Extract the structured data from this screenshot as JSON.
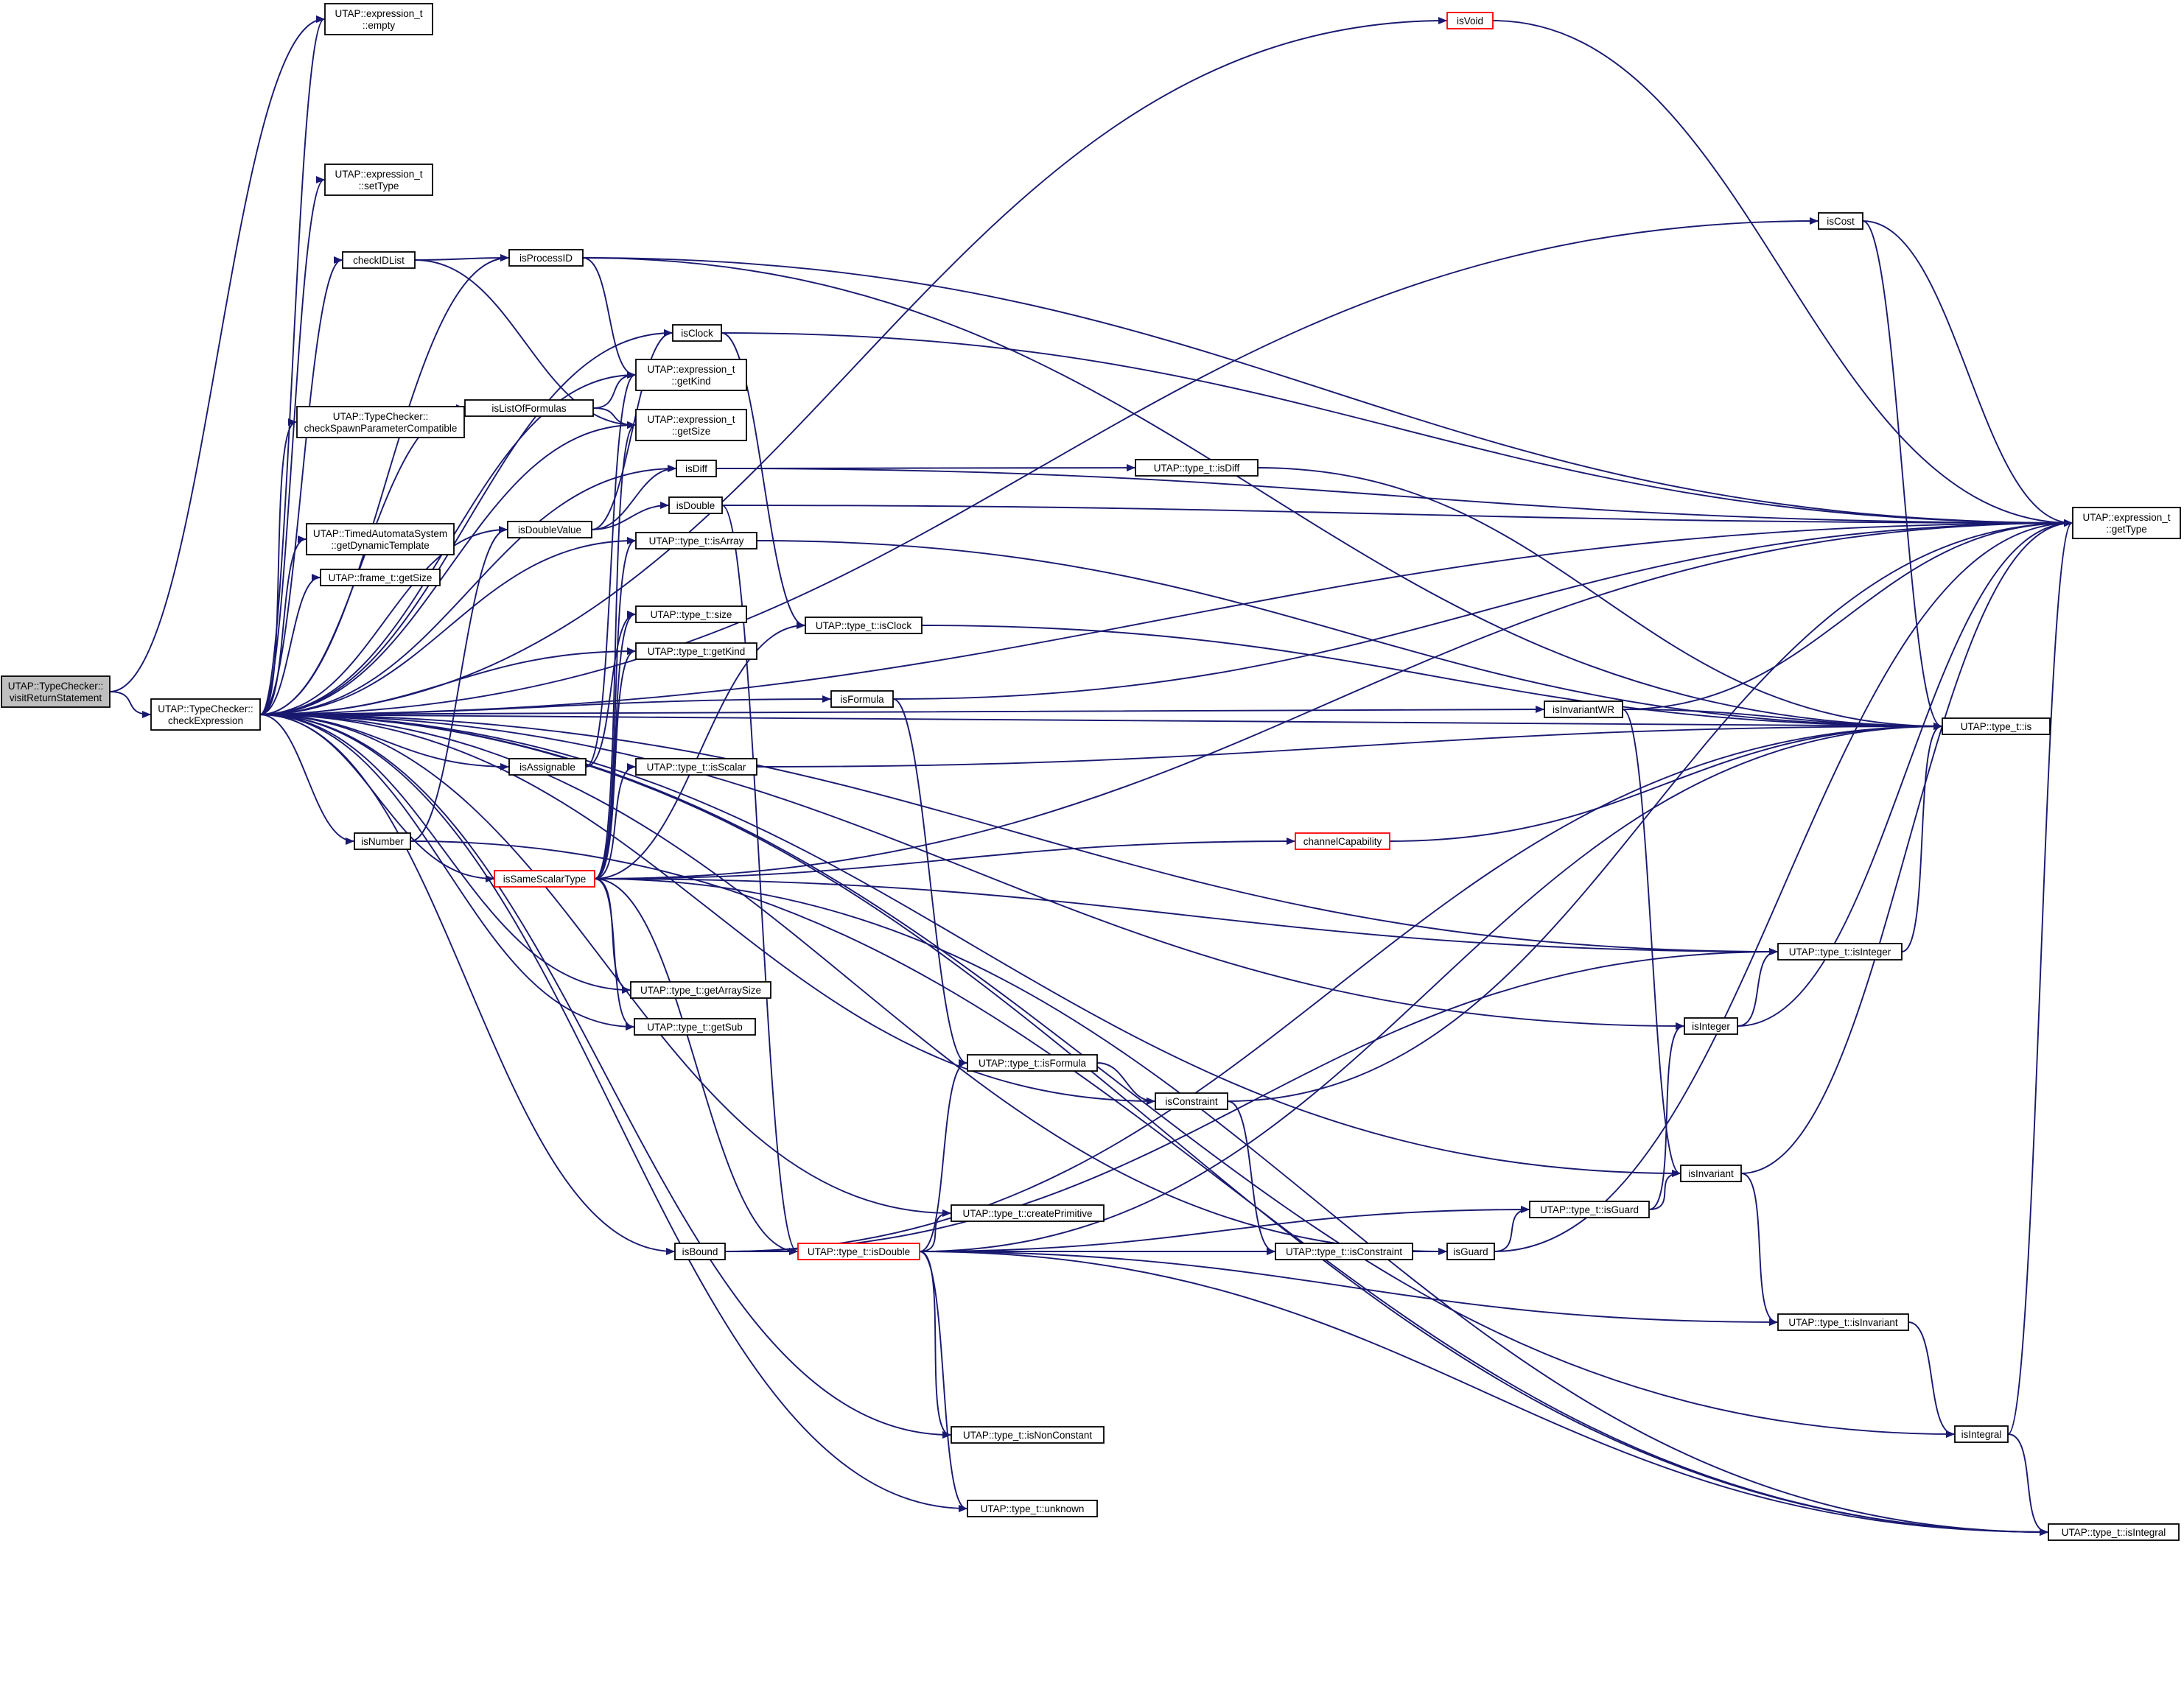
{
  "graph": {
    "type": "doxygen-call-graph",
    "edge_color": "#191970",
    "node_fill": "#ffffff",
    "root_fill": "#bfbfbf",
    "highlight_border": "#ff0000",
    "nodes": [
      {
        "id": "visitReturn",
        "lines": [
          "UTAP::TypeChecker::",
          "visitReturnStatement"
        ],
        "root": true
      },
      {
        "id": "checkExpr",
        "lines": [
          "UTAP::TypeChecker::",
          "checkExpression"
        ]
      },
      {
        "id": "empty",
        "lines": [
          "UTAP::expression_t",
          "::empty"
        ]
      },
      {
        "id": "setType",
        "lines": [
          "UTAP::expression_t",
          "::setType"
        ]
      },
      {
        "id": "checkIDList",
        "lines": [
          "checkIDList"
        ]
      },
      {
        "id": "checkSpawn",
        "lines": [
          "UTAP::TypeChecker::",
          "checkSpawnParameterCompatible"
        ]
      },
      {
        "id": "getDynTpl",
        "lines": [
          "UTAP::TimedAutomataSystem",
          "::getDynamicTemplate"
        ]
      },
      {
        "id": "frameGetSize",
        "lines": [
          "UTAP::frame_t::getSize"
        ]
      },
      {
        "id": "isNumber",
        "lines": [
          "isNumber"
        ]
      },
      {
        "id": "isProcessID",
        "lines": [
          "isProcessID"
        ]
      },
      {
        "id": "isListOfFormulas",
        "lines": [
          "isListOfFormulas"
        ]
      },
      {
        "id": "isDoubleValue",
        "lines": [
          "isDoubleValue"
        ]
      },
      {
        "id": "isAssignable",
        "lines": [
          "isAssignable"
        ]
      },
      {
        "id": "isSameScalarType",
        "lines": [
          "isSameScalarType"
        ],
        "highlight": true
      },
      {
        "id": "isClock",
        "lines": [
          "isClock"
        ]
      },
      {
        "id": "exprGetKind",
        "lines": [
          "UTAP::expression_t",
          "::getKind"
        ]
      },
      {
        "id": "exprGetSize",
        "lines": [
          "UTAP::expression_t",
          "::getSize"
        ]
      },
      {
        "id": "isDiff",
        "lines": [
          "isDiff"
        ]
      },
      {
        "id": "isDouble",
        "lines": [
          "isDouble"
        ]
      },
      {
        "id": "typeIsArray",
        "lines": [
          "UTAP::type_t::isArray"
        ]
      },
      {
        "id": "typeSize",
        "lines": [
          "UTAP::type_t::size"
        ]
      },
      {
        "id": "typeGetKind",
        "lines": [
          "UTAP::type_t::getKind"
        ]
      },
      {
        "id": "typeIsScalar",
        "lines": [
          "UTAP::type_t::isScalar"
        ]
      },
      {
        "id": "typeGetArraySize",
        "lines": [
          "UTAP::type_t::getArraySize"
        ]
      },
      {
        "id": "typeGetSub",
        "lines": [
          "UTAP::type_t::getSub"
        ]
      },
      {
        "id": "isBound",
        "lines": [
          "isBound"
        ]
      },
      {
        "id": "typeIsClock",
        "lines": [
          "UTAP::type_t::isClock"
        ]
      },
      {
        "id": "isFormula",
        "lines": [
          "isFormula"
        ]
      },
      {
        "id": "typeIsDouble",
        "lines": [
          "UTAP::type_t::isDouble"
        ],
        "highlight": true
      },
      {
        "id": "typeIsFormula",
        "lines": [
          "UTAP::type_t::isFormula"
        ]
      },
      {
        "id": "typeCreatePrimitive",
        "lines": [
          "UTAP::type_t::createPrimitive"
        ]
      },
      {
        "id": "typeIsNonConstant",
        "lines": [
          "UTAP::type_t::isNonConstant"
        ]
      },
      {
        "id": "typeUnknown",
        "lines": [
          "UTAP::type_t::unknown"
        ]
      },
      {
        "id": "typeIsDiff",
        "lines": [
          "UTAP::type_t::isDiff"
        ]
      },
      {
        "id": "isConstraint",
        "lines": [
          "isConstraint"
        ]
      },
      {
        "id": "typeIsConstraint",
        "lines": [
          "UTAP::type_t::isConstraint"
        ]
      },
      {
        "id": "channelCapability",
        "lines": [
          "channelCapability"
        ],
        "highlight": true
      },
      {
        "id": "isVoid",
        "lines": [
          "isVoid"
        ],
        "highlight": true
      },
      {
        "id": "isInvariantWR",
        "lines": [
          "isInvariantWR"
        ]
      },
      {
        "id": "isGuard",
        "lines": [
          "isGuard"
        ]
      },
      {
        "id": "typeIsGuard",
        "lines": [
          "UTAP::type_t::isGuard"
        ]
      },
      {
        "id": "isInteger",
        "lines": [
          "isInteger"
        ]
      },
      {
        "id": "isInvariant",
        "lines": [
          "isInvariant"
        ]
      },
      {
        "id": "isCost",
        "lines": [
          "isCost"
        ]
      },
      {
        "id": "typeIsInteger",
        "lines": [
          "UTAP::type_t::isInteger"
        ]
      },
      {
        "id": "typeIsInvariant",
        "lines": [
          "UTAP::type_t::isInvariant"
        ]
      },
      {
        "id": "isIntegral",
        "lines": [
          "isIntegral"
        ]
      },
      {
        "id": "exprGetType",
        "lines": [
          "UTAP::expression_t",
          "::getType"
        ]
      },
      {
        "id": "typeIs",
        "lines": [
          "UTAP::type_t::is"
        ]
      },
      {
        "id": "typeIsIntegral",
        "lines": [
          "UTAP::type_t::isIntegral"
        ]
      }
    ],
    "edges": [
      [
        "visitReturn",
        "checkExpr"
      ],
      [
        "visitReturn",
        "empty"
      ],
      [
        "checkExpr",
        "empty"
      ],
      [
        "checkExpr",
        "isVoid"
      ],
      [
        "checkExpr",
        "exprGetType"
      ],
      [
        "checkExpr",
        "isCost"
      ],
      [
        "checkExpr",
        "setType"
      ],
      [
        "checkExpr",
        "isClock"
      ],
      [
        "checkExpr",
        "isProcessID"
      ],
      [
        "checkExpr",
        "checkIDList"
      ],
      [
        "checkExpr",
        "exprGetKind"
      ],
      [
        "checkExpr",
        "isListOfFormulas"
      ],
      [
        "checkExpr",
        "checkSpawn"
      ],
      [
        "checkExpr",
        "exprGetSize"
      ],
      [
        "checkExpr",
        "isDiff"
      ],
      [
        "checkExpr",
        "isDoubleValue"
      ],
      [
        "checkExpr",
        "getDynTpl"
      ],
      [
        "checkExpr",
        "frameGetSize"
      ],
      [
        "checkExpr",
        "typeIsArray"
      ],
      [
        "checkExpr",
        "isInvariantWR"
      ],
      [
        "checkExpr",
        "isFormula"
      ],
      [
        "checkExpr",
        "typeGetKind"
      ],
      [
        "checkExpr",
        "isAssignable"
      ],
      [
        "checkExpr",
        "typeIs"
      ],
      [
        "checkExpr",
        "isNumber"
      ],
      [
        "checkExpr",
        "isSameScalarType"
      ],
      [
        "checkExpr",
        "typeGetArraySize"
      ],
      [
        "checkExpr",
        "typeGetSub"
      ],
      [
        "checkExpr",
        "typeIsInteger"
      ],
      [
        "checkExpr",
        "isInteger"
      ],
      [
        "checkExpr",
        "isConstraint"
      ],
      [
        "checkExpr",
        "isInvariant"
      ],
      [
        "checkExpr",
        "typeCreatePrimitive"
      ],
      [
        "checkExpr",
        "isBound"
      ],
      [
        "checkExpr",
        "typeIsNonConstant"
      ],
      [
        "checkExpr",
        "typeUnknown"
      ],
      [
        "checkExpr",
        "isGuard"
      ],
      [
        "checkExpr",
        "isIntegral"
      ],
      [
        "checkExpr",
        "typeIsIntegral"
      ],
      [
        "checkIDList",
        "isProcessID"
      ],
      [
        "checkIDList",
        "exprGetSize"
      ],
      [
        "isProcessID",
        "exprGetType"
      ],
      [
        "isProcessID",
        "exprGetKind"
      ],
      [
        "isProcessID",
        "typeIs"
      ],
      [
        "isListOfFormulas",
        "exprGetKind"
      ],
      [
        "isListOfFormulas",
        "exprGetSize"
      ],
      [
        "isDoubleValue",
        "isClock"
      ],
      [
        "isDoubleValue",
        "isDouble"
      ],
      [
        "isDoubleValue",
        "isDiff"
      ],
      [
        "isNumber",
        "isDoubleValue"
      ],
      [
        "isNumber",
        "typeIsIntegral"
      ],
      [
        "isAssignable",
        "typeSize"
      ],
      [
        "isAssignable",
        "exprGetKind"
      ],
      [
        "isClock",
        "exprGetType"
      ],
      [
        "isClock",
        "typeIsClock"
      ],
      [
        "isDiff",
        "exprGetType"
      ],
      [
        "isDiff",
        "typeIsDiff"
      ],
      [
        "isDouble",
        "exprGetType"
      ],
      [
        "isDouble",
        "typeIsDouble"
      ],
      [
        "typeIsArray",
        "typeIs"
      ],
      [
        "typeIsClock",
        "typeIs"
      ],
      [
        "typeIsScalar",
        "typeIs"
      ],
      [
        "typeIsDiff",
        "typeIs"
      ],
      [
        "isFormula",
        "exprGetType"
      ],
      [
        "isFormula",
        "typeIsFormula"
      ],
      [
        "isSameScalarType",
        "exprGetSize"
      ],
      [
        "isSameScalarType",
        "typeIsArray"
      ],
      [
        "isSameScalarType",
        "typeSize"
      ],
      [
        "isSameScalarType",
        "typeGetKind"
      ],
      [
        "isSameScalarType",
        "typeIsScalar"
      ],
      [
        "isSameScalarType",
        "typeIsClock"
      ],
      [
        "isSameScalarType",
        "channelCapability"
      ],
      [
        "isSameScalarType",
        "exprGetType"
      ],
      [
        "isSameScalarType",
        "typeIsInteger"
      ],
      [
        "isSameScalarType",
        "typeGetArraySize"
      ],
      [
        "isSameScalarType",
        "typeGetSub"
      ],
      [
        "isSameScalarType",
        "typeIsDouble"
      ],
      [
        "isSameScalarType",
        "typeIsIntegral"
      ],
      [
        "channelCapability",
        "typeIs"
      ],
      [
        "isInvariantWR",
        "exprGetType"
      ],
      [
        "isInvariantWR",
        "typeIs"
      ],
      [
        "isInvariantWR",
        "isInvariant"
      ],
      [
        "isCost",
        "exprGetType"
      ],
      [
        "isCost",
        "typeIs"
      ],
      [
        "isVoid",
        "exprGetType"
      ],
      [
        "typeIsInteger",
        "typeIs"
      ],
      [
        "isInteger",
        "typeIsInteger"
      ],
      [
        "isInteger",
        "exprGetType"
      ],
      [
        "typeIsFormula",
        "isConstraint"
      ],
      [
        "isConstraint",
        "typeIsConstraint"
      ],
      [
        "isConstraint",
        "exprGetType"
      ],
      [
        "isBound",
        "typeIsDouble"
      ],
      [
        "isBound",
        "typeIsInteger"
      ],
      [
        "isBound",
        "typeIs"
      ],
      [
        "typeIsDouble",
        "typeIsFormula"
      ],
      [
        "typeIsDouble",
        "typeIs"
      ],
      [
        "typeIsDouble",
        "typeCreatePrimitive"
      ],
      [
        "typeIsDouble",
        "typeIsGuard"
      ],
      [
        "typeIsDouble",
        "typeIsConstraint"
      ],
      [
        "typeIsDouble",
        "typeIsInvariant"
      ],
      [
        "typeIsDouble",
        "typeIsNonConstant"
      ],
      [
        "typeIsDouble",
        "typeUnknown"
      ],
      [
        "typeIsDouble",
        "typeIsIntegral"
      ],
      [
        "typeIsConstraint",
        "isGuard"
      ],
      [
        "isGuard",
        "typeIsGuard"
      ],
      [
        "isGuard",
        "exprGetType"
      ],
      [
        "typeIsGuard",
        "isInvariant"
      ],
      [
        "typeIsGuard",
        "isInteger"
      ],
      [
        "isInvariant",
        "typeIsInvariant"
      ],
      [
        "isInvariant",
        "exprGetType"
      ],
      [
        "typeIsInvariant",
        "isIntegral"
      ],
      [
        "isIntegral",
        "typeIsIntegral"
      ],
      [
        "isIntegral",
        "exprGetType"
      ]
    ]
  }
}
